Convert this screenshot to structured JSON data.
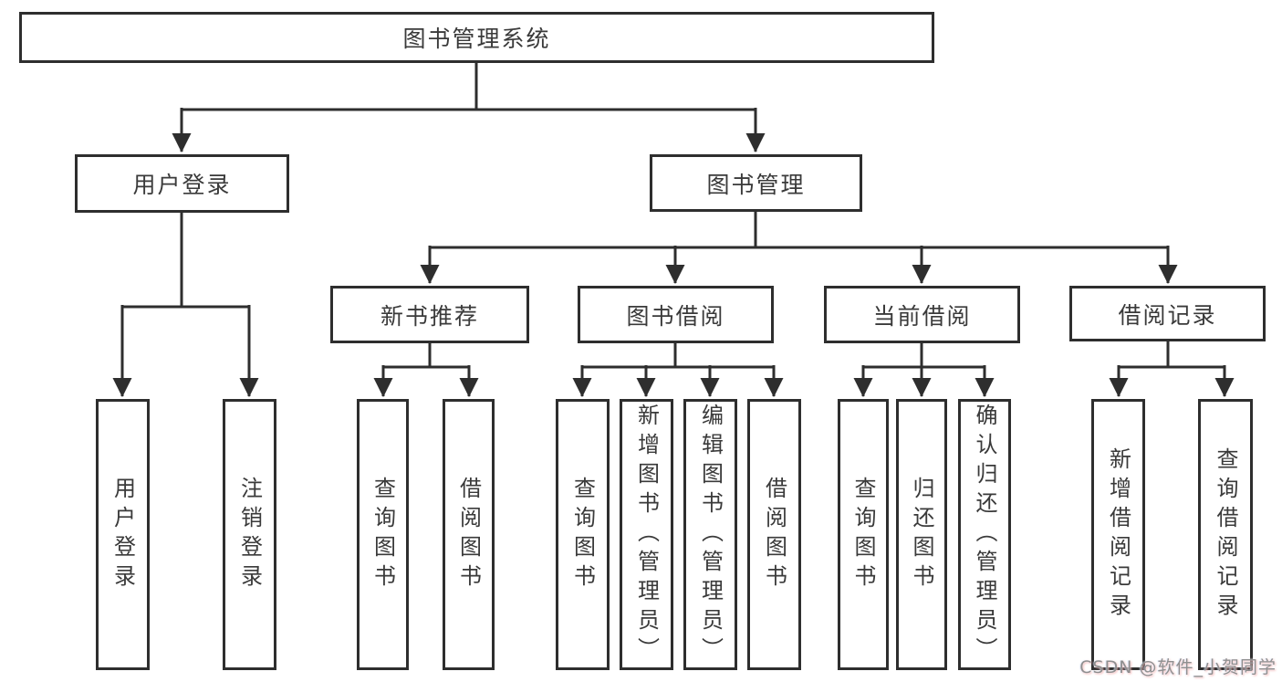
{
  "diagram_title": "图书管理系统",
  "tree": {
    "label": "图书管理系统",
    "children": [
      {
        "label": "用户登录",
        "children": [
          {
            "label": "用户登录"
          },
          {
            "label": "注销登录"
          }
        ]
      },
      {
        "label": "图书管理",
        "children": [
          {
            "label": "新书推荐",
            "children": [
              {
                "label": "查询图书"
              },
              {
                "label": "借阅图书"
              }
            ]
          },
          {
            "label": "图书借阅",
            "children": [
              {
                "label": "查询图书"
              },
              {
                "label": "新增图书（管理员）"
              },
              {
                "label": "编辑图书（管理员）"
              },
              {
                "label": "借阅图书"
              }
            ]
          },
          {
            "label": "当前借阅",
            "children": [
              {
                "label": "查询图书"
              },
              {
                "label": "归还图书"
              },
              {
                "label": "确认归还（管理员）"
              }
            ]
          },
          {
            "label": "借阅记录",
            "children": [
              {
                "label": "新增借阅记录"
              },
              {
                "label": "查询借阅记录"
              }
            ]
          }
        ]
      }
    ]
  },
  "watermark": {
    "text": "CSDN @软件_小贺同学"
  },
  "colors": {
    "line": "#2e2e2e",
    "text": "#3a3a3a",
    "background": "#ffffff",
    "watermark": "#8f8f8f"
  }
}
